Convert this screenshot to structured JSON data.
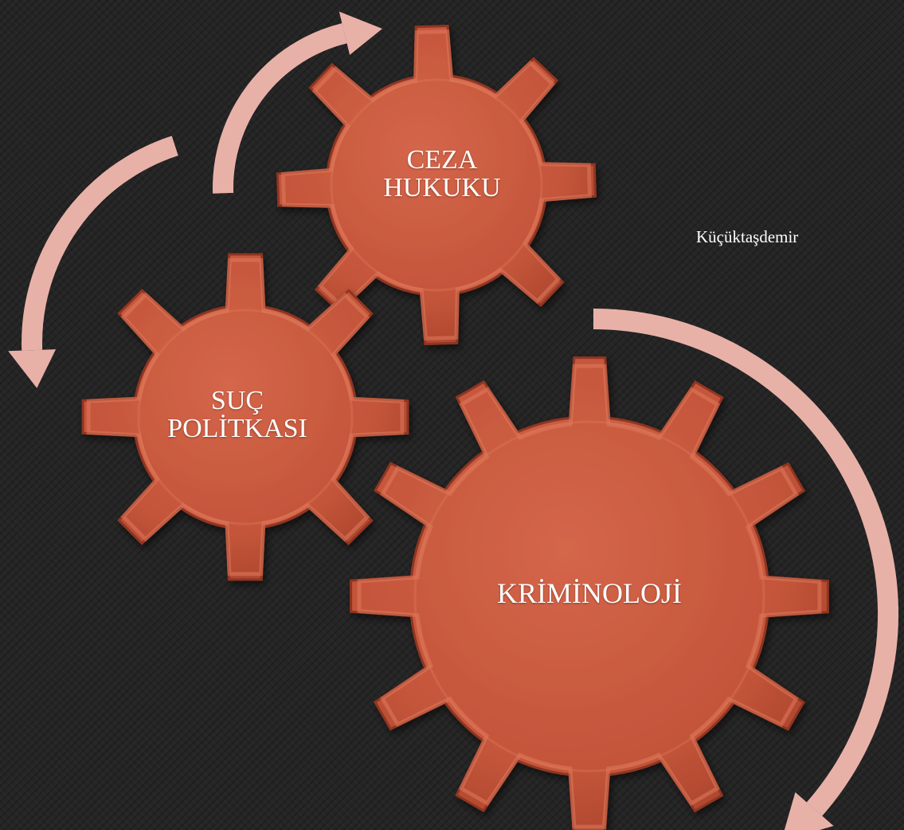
{
  "gears": [
    {
      "label": "CEZA\nHUKUKU",
      "color": "#c9583c"
    },
    {
      "label": "SUÇ\nPOLİTKASI",
      "color": "#c9583c"
    },
    {
      "label": "KRİMİNOLOJİ",
      "color": "#c9583c"
    }
  ],
  "author": "Küçüktaşdemir",
  "colors": {
    "background": "#262626",
    "gear_fill": "#c9583c",
    "gear_edge_light": "#e07a5c",
    "gear_edge_dark": "#8f3620",
    "arrow": "#e8b1a8"
  }
}
